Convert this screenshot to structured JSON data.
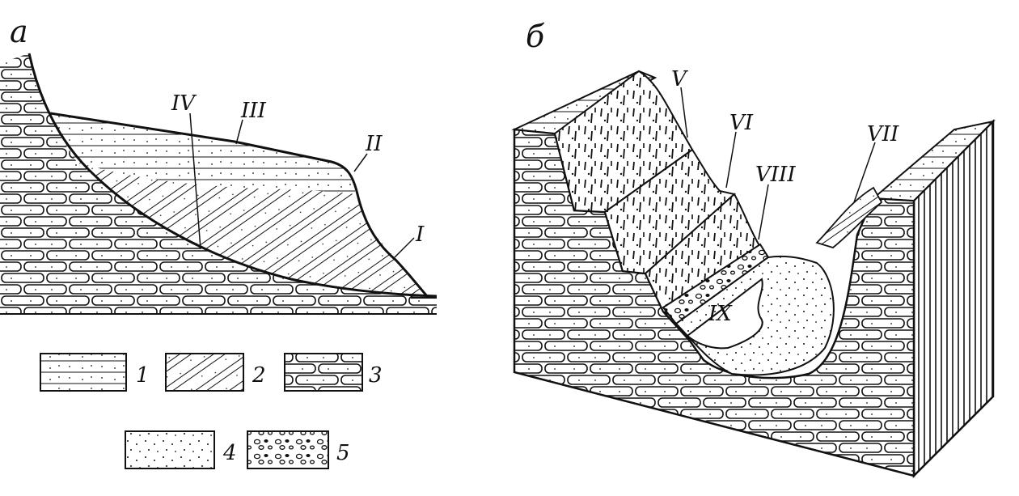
{
  "panels": {
    "a": {
      "letter": "а",
      "labels": {
        "I": "I",
        "II": "II",
        "III": "III",
        "IV": "IV"
      }
    },
    "b": {
      "letter": "б",
      "labels": {
        "V": "V",
        "VI": "VI",
        "VII": "VII",
        "VIII": "VIII",
        "IX": "IX"
      }
    }
  },
  "legend": [
    {
      "number": "1",
      "pattern": "horizontal-bedded-sand"
    },
    {
      "number": "2",
      "pattern": "cross-bedded-sand"
    },
    {
      "number": "3",
      "pattern": "limestone-brick"
    },
    {
      "number": "4",
      "pattern": "sand-dots"
    },
    {
      "number": "5",
      "pattern": "pebbles"
    }
  ],
  "colors": {
    "ink": "#111111",
    "paper": "#ffffff"
  }
}
